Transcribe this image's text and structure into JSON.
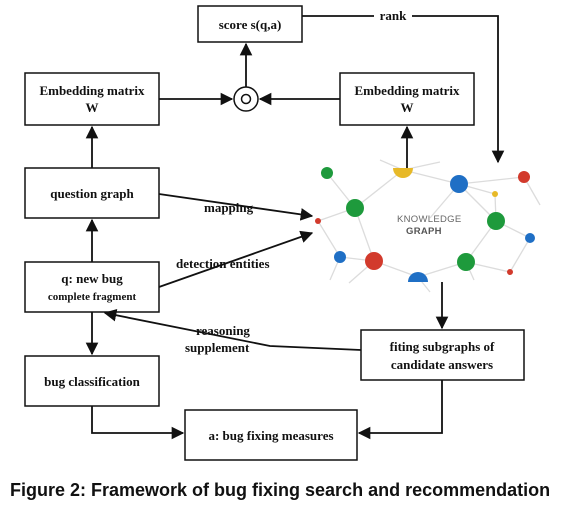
{
  "nodes": {
    "score": "score s(q,a)",
    "emb_left_line1": "Embedding matrix",
    "emb_left_line2": "W",
    "emb_right_line1": "Embedding matrix",
    "emb_right_line2": "W",
    "question_graph": "question graph",
    "new_bug_line1": "q: new bug",
    "new_bug_line2": "complete fragment",
    "bug_classification": "bug classification",
    "fitting_line1": "fiting subgraphs of",
    "fitting_line2": "candidate answers",
    "fixing_measures": "a: bug fixing measures",
    "kg_line1": "KNOWLEDGE",
    "kg_line2": "GRAPH"
  },
  "edge_labels": {
    "rank": "rank",
    "mapping": "mapping",
    "detection": "detection entities",
    "reasoning_line1": "reasoning",
    "reasoning_line2": "supplement"
  },
  "caption": "Figure 2: Framework of bug fixing search and recommendation",
  "colors": {
    "green": "#1e9a3c",
    "blue": "#1f6fc5",
    "red": "#d23a2c",
    "yellow": "#e7b928",
    "edge_gray": "#dcdcdc"
  }
}
